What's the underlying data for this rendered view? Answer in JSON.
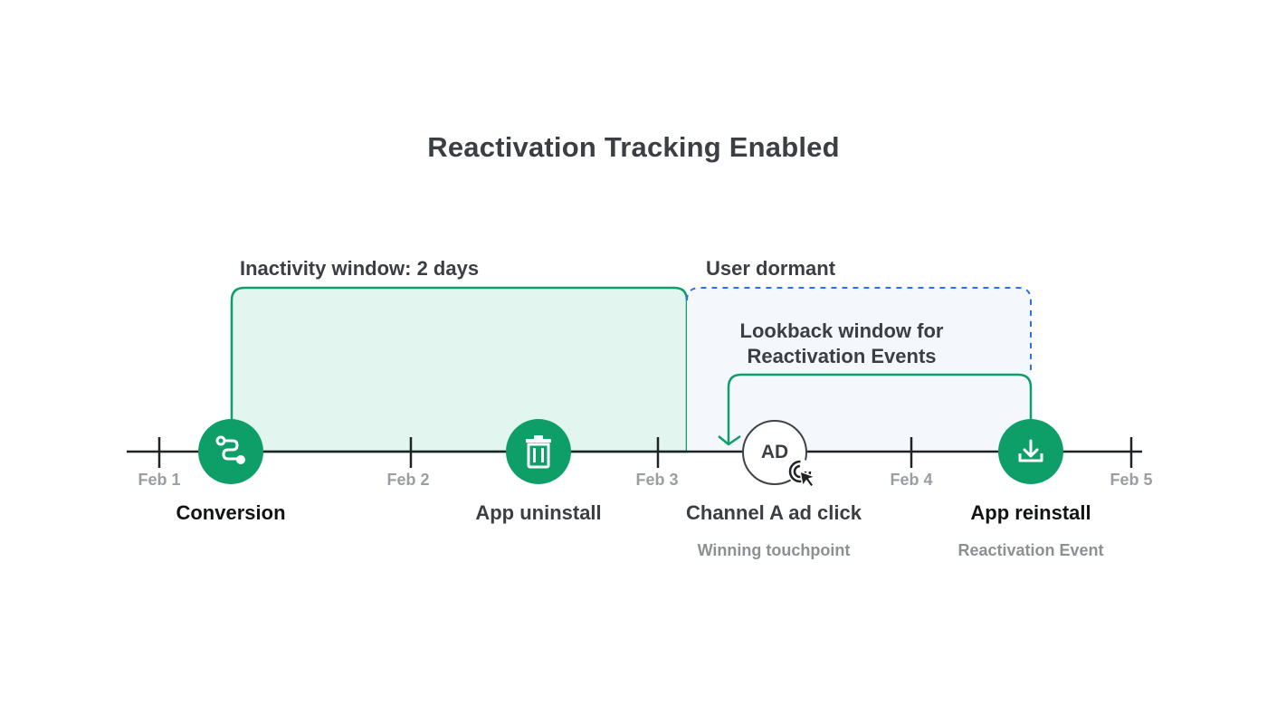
{
  "title": "Reactivation Tracking Enabled",
  "regions": {
    "inactivity_label": "Inactivity window: 2 days",
    "dormant_label": "User dormant",
    "lookback_line1": "Lookback window for",
    "lookback_line2": "Reactivation Events"
  },
  "timeline": {
    "dates": [
      "Feb 1",
      "Feb 2",
      "Feb 3",
      "Feb 4",
      "Feb 5"
    ]
  },
  "events": [
    {
      "icon": "conversion-path-icon",
      "label": "Conversion",
      "sub": ""
    },
    {
      "icon": "trash-icon",
      "label": "App uninstall",
      "sub": ""
    },
    {
      "icon": "ad-badge",
      "badge_text": "AD",
      "label": "Channel A ad click",
      "sub": "Winning touchpoint"
    },
    {
      "icon": "download-icon",
      "label": "App reinstall",
      "sub": "Reactivation Event"
    }
  ],
  "colors": {
    "accent_green": "#0e9f68",
    "inactivity_fill": "#e2f5ee",
    "dormant_fill": "#f4f8fd",
    "dormant_border": "#2f6fe8",
    "timeline": "#1f2326",
    "title": "#3b3f44",
    "muted": "#9a9ea3"
  }
}
